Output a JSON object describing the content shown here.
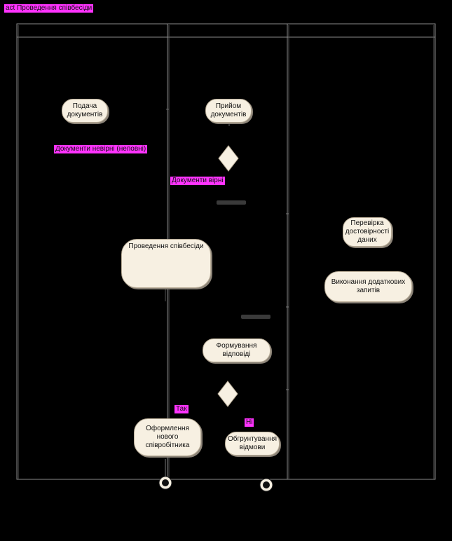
{
  "diagram": {
    "title": "act Проведення співбесіди",
    "activities": {
      "submit_docs": "Подача\nдокументів",
      "receive_docs": "Прийом\nдокументів",
      "interview": "Проведення співбесіди",
      "verify": "Перевірка\nдостовірності\nданих",
      "extra_requests": "Виконання додаткових\nзапитів",
      "form_response": "Формування\nвідповіді",
      "onboard": "Оформлення\nнового\nспівробітника",
      "justify_refusal": "Обгрунтування\nвідмови"
    },
    "guards": {
      "docs_wrong": "Документи невірні (неповні)",
      "docs_ok": "Документи вірні",
      "yes": "Так",
      "no": "Ні"
    },
    "colors": {
      "background": "#000000",
      "activity_fill": "#f7f0e2",
      "guard_fill": "#ff33ff",
      "lines": "#888888"
    }
  }
}
